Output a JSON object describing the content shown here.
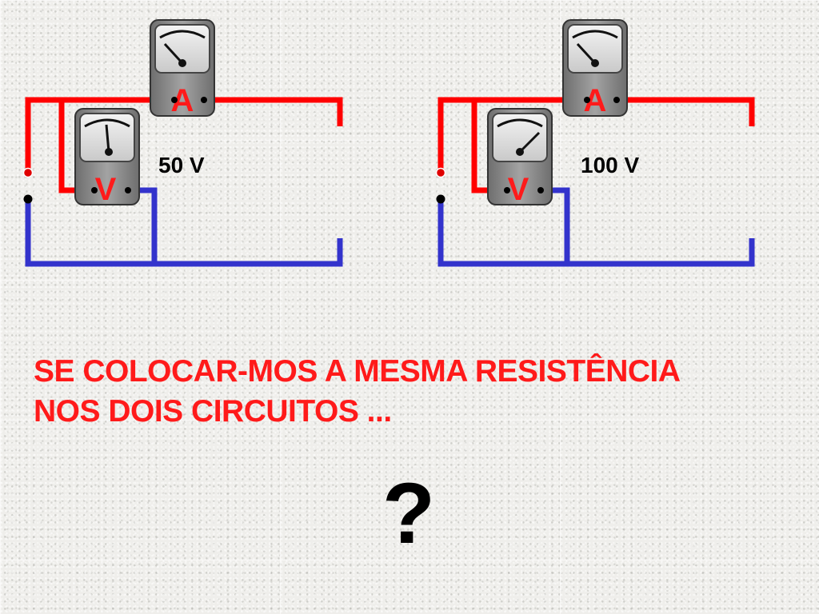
{
  "colors": {
    "positive_wire": "#ff0000",
    "negative_wire": "#3333cc",
    "meter_body": "#8a8a8a",
    "meter_letter": "#ff1a1a",
    "question_text": "#ff1a1a"
  },
  "circuits": [
    {
      "ammeter": {
        "letter": "A",
        "icon": "ammeter-icon"
      },
      "voltmeter": {
        "letter": "V",
        "icon": "voltmeter-icon"
      },
      "voltage_label": "50 V"
    },
    {
      "ammeter": {
        "letter": "A",
        "icon": "ammeter-icon"
      },
      "voltmeter": {
        "letter": "V",
        "icon": "voltmeter-icon"
      },
      "voltage_label": "100 V"
    }
  ],
  "question": {
    "line1": "SE COLOCAR-MOS A MESMA RESISTÊNCIA",
    "line2": "NOS DOIS CIRCUITOS ...",
    "mark": "?"
  }
}
